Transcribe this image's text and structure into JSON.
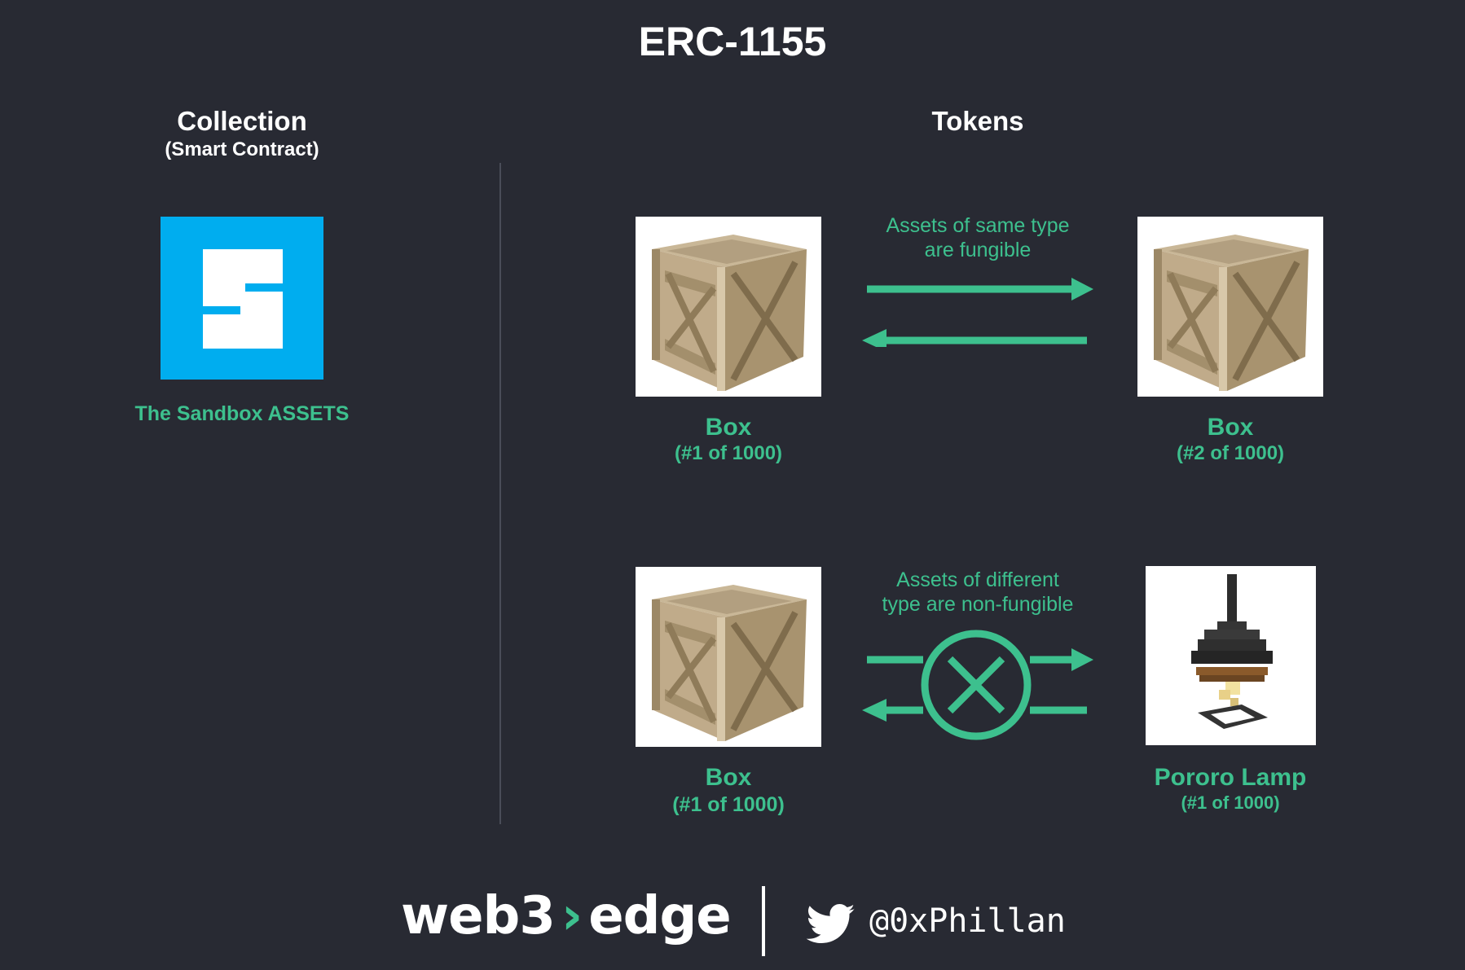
{
  "title": "ERC-1155",
  "collection": {
    "heading": "Collection",
    "subheading": "(Smart Contract)",
    "name": "The Sandbox ASSETS",
    "logo_letter": "S",
    "logo_color": "#00adef"
  },
  "tokens": {
    "heading": "Tokens",
    "fungible": {
      "note_line1": "Assets of same type",
      "note_line2": "are fungible",
      "left": {
        "name": "Box",
        "edition": "(#1 of 1000)"
      },
      "right": {
        "name": "Box",
        "edition": "(#2 of 1000)"
      }
    },
    "non_fungible": {
      "note_line1": "Assets of different",
      "note_line2": "type are non-fungible",
      "left": {
        "name": "Box",
        "edition": "(#1 of 1000)"
      },
      "right": {
        "name": "Pororo Lamp",
        "edition": "(#1 of 1000)"
      }
    }
  },
  "footer": {
    "brand_left": "web3",
    "brand_chevron": "›",
    "brand_right": "edge",
    "handle": "@0xPhillan"
  },
  "colors": {
    "background": "#282a33",
    "accent": "#3dc08e",
    "text": "#ffffff"
  }
}
